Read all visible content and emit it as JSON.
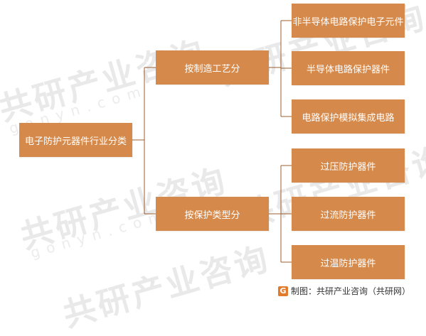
{
  "root": {
    "label": "电子防护元器件行业分类"
  },
  "categories": [
    {
      "label": "按制造工艺分",
      "children": [
        "非半导体电路保护电子元件",
        "半导体电路保护器件",
        "电路保护模拟集成电路"
      ]
    },
    {
      "label": "按保护类型分",
      "children": [
        "过压防护器件",
        "过流防护器件",
        "过温防护器件"
      ]
    }
  ],
  "footer": {
    "logo": "G",
    "source": "制图：共研产业咨询（共研网）"
  },
  "watermark": {
    "brand": "共研产业咨询",
    "site": "gonyn.com"
  },
  "colors": {
    "node": "#d5894a",
    "line": "#9b5c2e"
  }
}
